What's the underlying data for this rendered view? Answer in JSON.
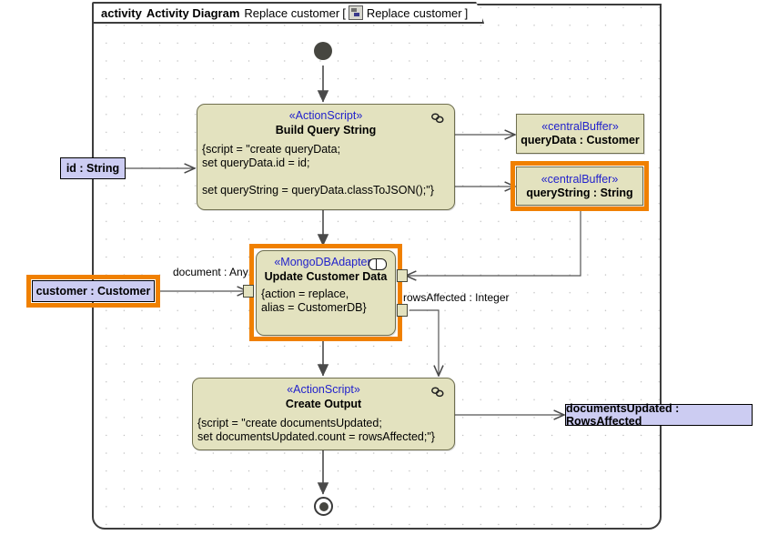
{
  "frame": {
    "keyword": "activity",
    "type_label": "Activity Diagram",
    "activity_name": "Replace customer",
    "bracket_open": "[",
    "diagram_icon": "activity-diagram-icon",
    "diagram_name": "Replace customer",
    "bracket_close": "]"
  },
  "nodes": {
    "initial": {
      "name": "initial-node"
    },
    "final": {
      "name": "activity-final-node"
    },
    "build_query_string": {
      "stereotype": "«ActionScript»",
      "name": "Build Query String",
      "body": "{script = \"create queryData;\nset queryData.id = id;\n\nset queryString = queryData.classToJSON();\"}",
      "icon": "script-icon"
    },
    "update_customer_data": {
      "stereotype": "«MongoDBAdapter»",
      "name": "Update Customer Data",
      "body": "{action = replace,\nalias = CustomerDB}",
      "icon": "call-behavior-icon",
      "highlighted": true
    },
    "create_output": {
      "stereotype": "«ActionScript»",
      "name": "Create Output",
      "body": "{script = \"create documentsUpdated;\nset documentsUpdated.count = rowsAffected;\"}",
      "icon": "script-icon"
    },
    "query_data_buffer": {
      "stereotype": "«centralBuffer»",
      "name": "queryData : Customer",
      "highlighted": false
    },
    "query_string_buffer": {
      "stereotype": "«centralBuffer»",
      "name": "queryString : String",
      "highlighted": true
    },
    "param_id": {
      "name": "id : String",
      "highlighted": false
    },
    "param_customer": {
      "name": "customer : Customer",
      "highlighted": true
    },
    "param_documents_updated": {
      "name": "documentsUpdated : RowsAffected",
      "highlighted": false
    }
  },
  "edge_labels": {
    "document_any": "document : Any",
    "rows_affected": "rowsAffected : Integer"
  },
  "colors": {
    "action_fill": "#e3e2bf",
    "action_border": "#6f6f4f",
    "stereotype_text": "#2222cc",
    "parameter_fill": "#ccccf2",
    "highlight": "#f08000",
    "frame_border": "#3d3d3d",
    "wire": "#555555"
  }
}
